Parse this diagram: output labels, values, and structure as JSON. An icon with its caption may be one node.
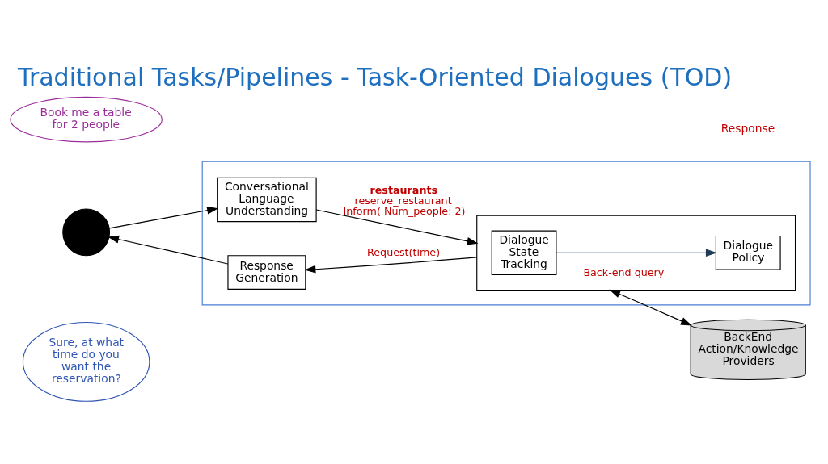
{
  "diagram": {
    "title": "Traditional Tasks/Pipelines - Task-Oriented Dialogues (TOD)",
    "nodes": [
      {
        "text": [
          "Book me a table for 2 people"
        ]
      },
      {
        "text": [],
        "shape": "person"
      },
      {
        "text": [],
        "shape": "box"
      },
      {
        "text": [
          "Conversational Language Understanding"
        ],
        "in": 2
      },
      {
        "text": [],
        "shape": "box",
        "in": 2
      },
      {
        "text": [
          "Dialogue State Tracking"
        ],
        "in": 4
      },
      {
        "text": [
          "Dialogue Policy"
        ],
        "in": 4
      },
      {
        "text": [
          "Response Generation"
        ],
        "in": 2
      },
      {
        "text": [
          "BackEnd Action/Knowledge Providers"
        ]
      },
      {
        "text": [
          "Sure, at what time do you want the reservation?"
        ]
      }
    ],
    "edges": [
      {
        "from": 1,
        "to": 3,
        "arrow": "to"
      },
      {
        "from": 3,
        "to": 4,
        "arrow": "to",
        "label": "**restaurants** reserve_restaurant Inform( Num_people: 2)"
      },
      {
        "from": 5,
        "to": 6,
        "arrow": "to",
        "color": "#1f3b57"
      },
      {
        "from": 4,
        "to": 7,
        "arrow": "to",
        "label": "Request(time)"
      },
      {
        "from": 7,
        "to": 1,
        "arrow": "to"
      },
      {
        "from": 8,
        "to": 4,
        "arrow": "both",
        "label": "Back-end query"
      }
    ],
    "labels": [
      "Response"
    ]
  }
}
